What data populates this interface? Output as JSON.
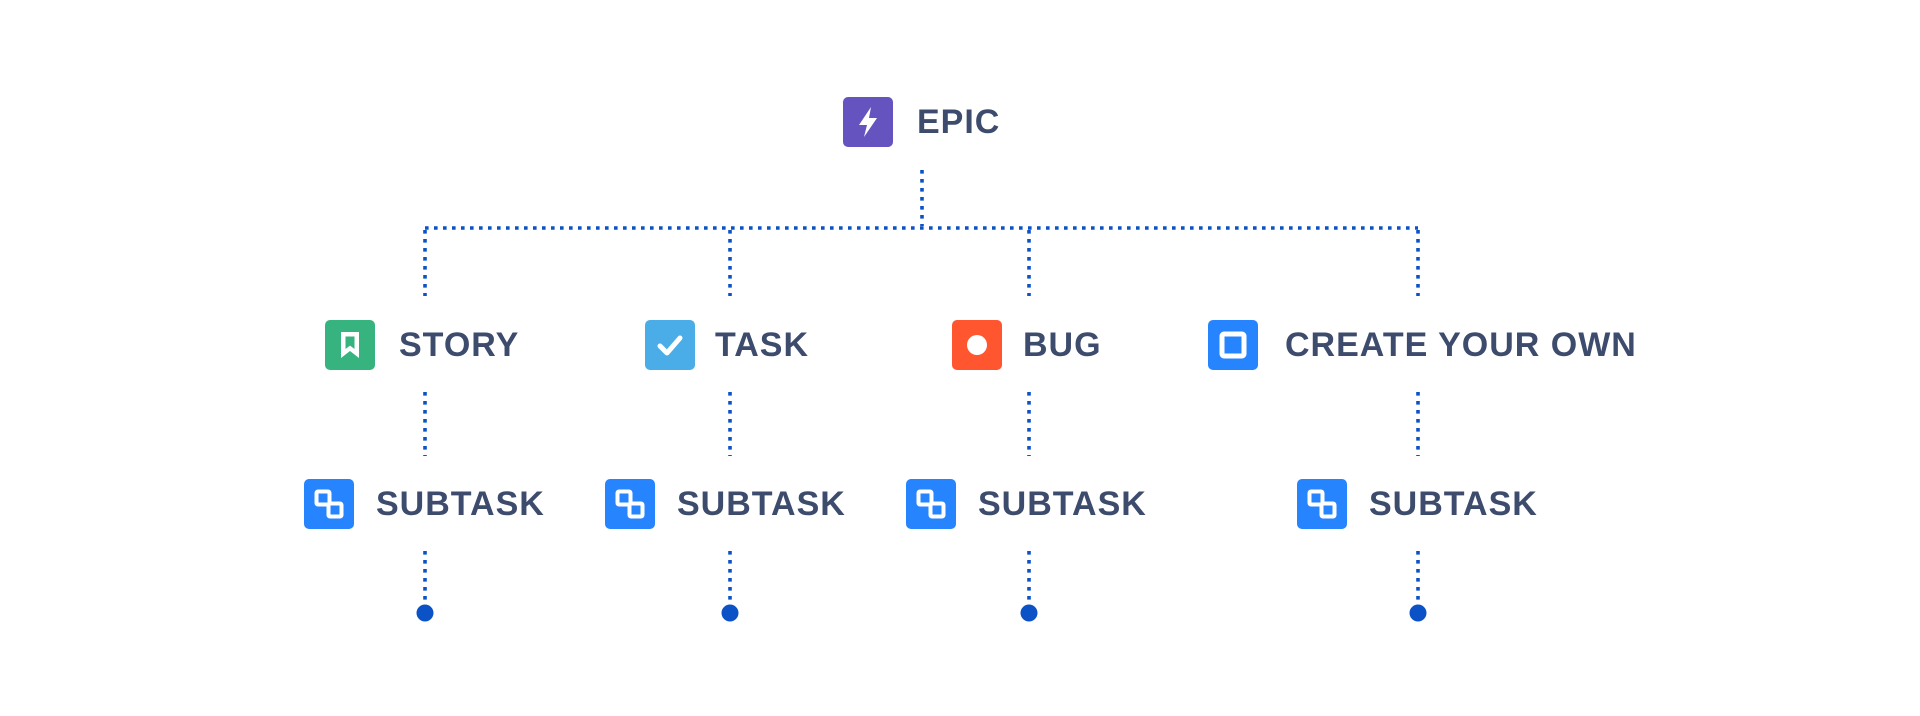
{
  "colors": {
    "connector": "#0b52c6",
    "label": "#3d4b6d",
    "epic": "#6554c0",
    "story": "#36b37e",
    "task": "#4bade8",
    "bug": "#ff5630",
    "custom": "#2684ff",
    "subtask": "#2684ff"
  },
  "epic": {
    "label": "EPIC",
    "icon": "lightning-bolt-icon"
  },
  "issue_types": [
    {
      "label": "STORY",
      "icon": "bookmark-icon"
    },
    {
      "label": "TASK",
      "icon": "checkmark-icon"
    },
    {
      "label": "BUG",
      "icon": "circle-icon"
    },
    {
      "label": "CREATE YOUR OWN",
      "icon": "square-outline-icon"
    }
  ],
  "subtasks": [
    {
      "label": "SUBTASK",
      "icon": "subtask-icon"
    },
    {
      "label": "SUBTASK",
      "icon": "subtask-icon"
    },
    {
      "label": "SUBTASK",
      "icon": "subtask-icon"
    },
    {
      "label": "SUBTASK",
      "icon": "subtask-icon"
    }
  ]
}
